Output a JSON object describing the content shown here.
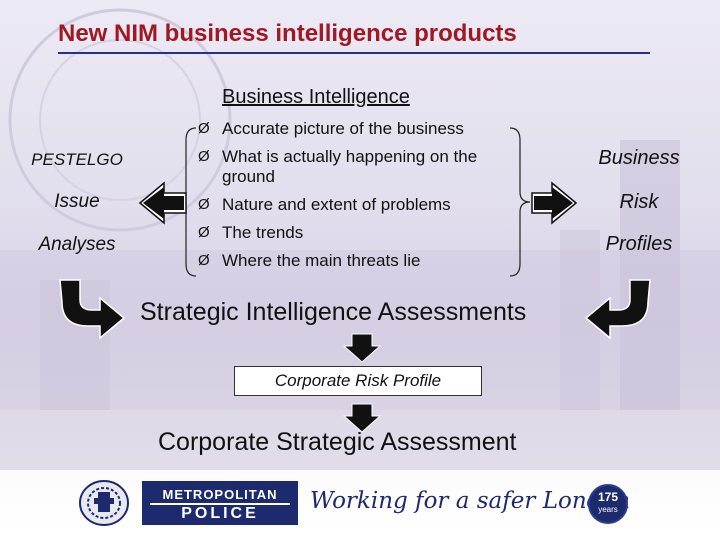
{
  "slide": {
    "title": "New NIM business intelligence products",
    "heading": "Business Intelligence",
    "left_labels": [
      "PESTELGO",
      "Issue",
      "Analyses"
    ],
    "right_labels": [
      "Business",
      "Risk",
      "Profiles"
    ],
    "bullets": [
      "Accurate picture of the business",
      "What is actually happening on the ground",
      "Nature and extent of problems",
      "The trends",
      "Where the main threats lie"
    ],
    "bullet_glyph": "Ø",
    "strategic_assessments": "Strategic Intelligence Assessments",
    "corporate_risk_profile": "Corporate Risk Profile",
    "corporate_strategic_assessment": "Corporate Strategic Assessment"
  },
  "footer": {
    "logo_line1": "METROPOLITAN",
    "logo_line2": "POLICE",
    "slogan": "Working for a safer London",
    "badge_number": "175",
    "badge_word": "years"
  },
  "colors": {
    "title": "#a01824",
    "rule": "#2a2f8a",
    "brand": "#1d2a6e"
  },
  "icons": [
    "left-arrow-icon",
    "right-arrow-icon",
    "curved-arrow-icon",
    "down-arrow-icon",
    "crest-icon"
  ]
}
